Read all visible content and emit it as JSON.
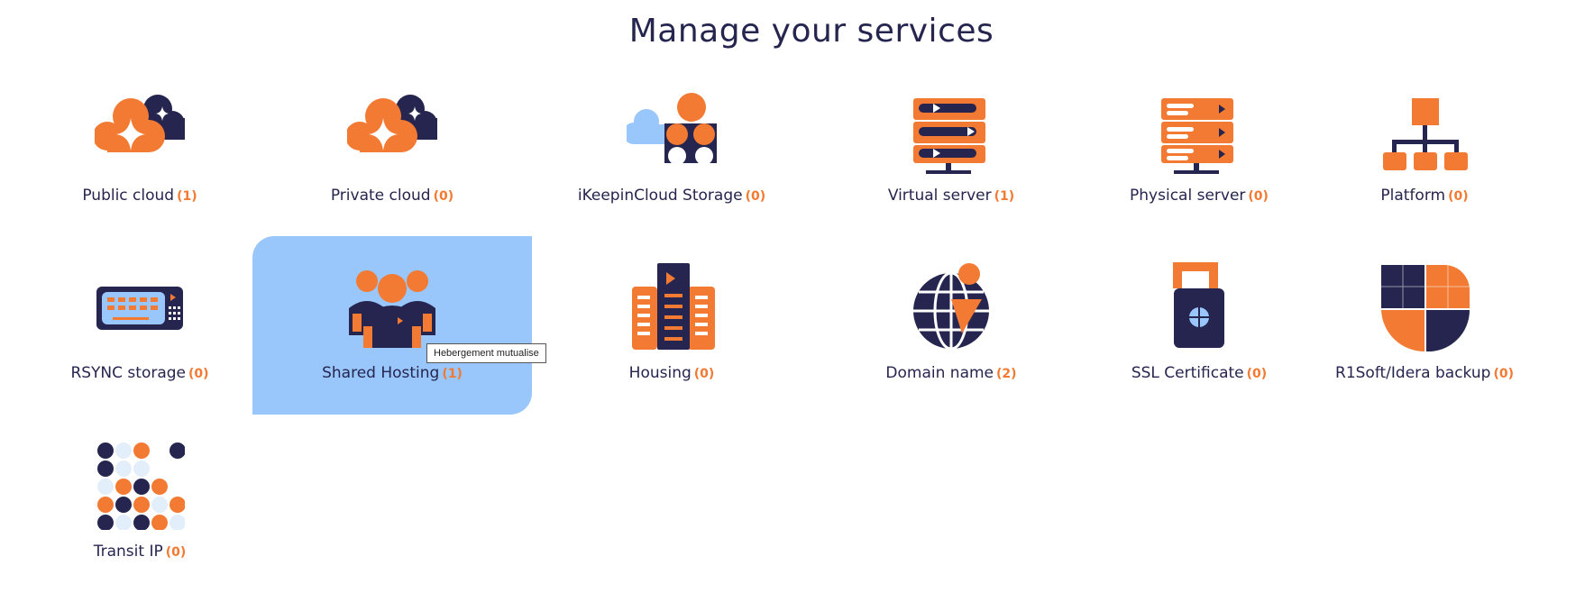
{
  "page": {
    "title": "Manage your services"
  },
  "colors": {
    "navy": "#25254f",
    "orange": "#f27a32",
    "light_blue": "#99c7fb",
    "pale_blue": "#e3eefb"
  },
  "services": [
    {
      "label": "Public cloud",
      "count": "(1)",
      "icon": "public-cloud-icon"
    },
    {
      "label": "Private cloud",
      "count": "(0)",
      "icon": "private-cloud-icon"
    },
    {
      "label": "iKeepinCloud Storage",
      "count": "(0)",
      "icon": "cloud-storage-icon"
    },
    {
      "label": "Virtual server",
      "count": "(1)",
      "icon": "virtual-server-icon"
    },
    {
      "label": "Physical server",
      "count": "(0)",
      "icon": "physical-server-icon"
    },
    {
      "label": "Platform",
      "count": "(0)",
      "icon": "platform-icon"
    },
    {
      "label": "RSYNC storage",
      "count": "(0)",
      "icon": "rsync-storage-icon"
    },
    {
      "label": "Shared Hosting",
      "count": "(1)",
      "icon": "shared-hosting-icon"
    },
    {
      "label": "Housing",
      "count": "(0)",
      "icon": "housing-icon"
    },
    {
      "label": "Domain name",
      "count": "(2)",
      "icon": "domain-name-icon"
    },
    {
      "label": "SSL Certificate",
      "count": "(0)",
      "icon": "ssl-certificate-icon"
    },
    {
      "label": "R1Soft/Idera backup",
      "count": "(0)",
      "icon": "backup-icon"
    },
    {
      "label": "Transit IP",
      "count": "(0)",
      "icon": "transit-ip-icon"
    }
  ],
  "tooltip": {
    "text": "Hebergement mutualise"
  }
}
